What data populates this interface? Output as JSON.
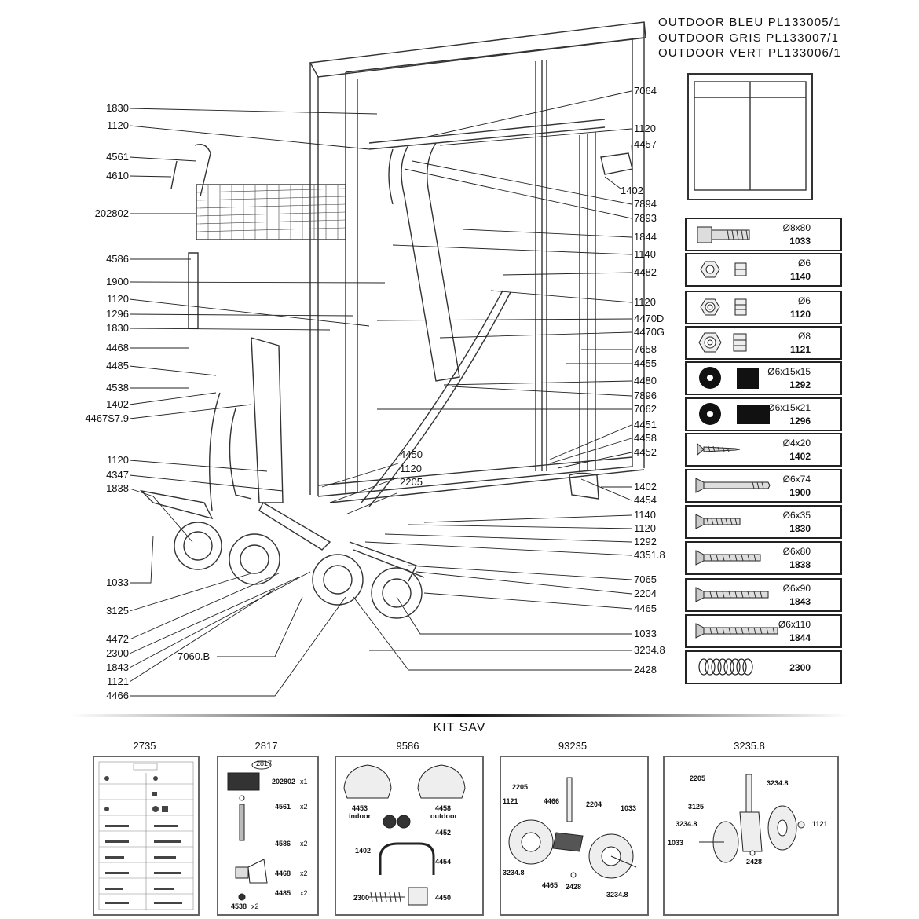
{
  "header": [
    "OUTDOOR  BLEU  PL133005/1",
    "OUTDOOR  GRIS  PL133007/1",
    "OUTDOOR  VERT  PL133006/1"
  ],
  "left_labels": [
    "1830",
    "1120",
    "4561",
    "4610",
    "202802",
    "4586",
    "1900",
    "1120",
    "1296",
    "1830",
    "4468",
    "4485",
    "4538",
    "1402",
    "4467S7.9",
    "1120",
    "4347",
    "1838",
    "1033",
    "3125",
    "4472",
    "2300",
    "1843",
    "1121",
    "4466"
  ],
  "right_labels": [
    "7064",
    "1120",
    "4457",
    "1402",
    "7894",
    "7893",
    "1844",
    "1140",
    "4482",
    "1120",
    "4470D",
    "4470G",
    "7658",
    "4455",
    "4480",
    "7896",
    "7062",
    "4451",
    "4458",
    "4452",
    "1402",
    "4454",
    "1140",
    "1120",
    "1292",
    "4351.8",
    "7065",
    "2204",
    "4465",
    "1033",
    "3234.8",
    "2428"
  ],
  "mid_labels": {
    "a": "4450",
    "b": "1120",
    "c": "2205",
    "d": "7060.B"
  },
  "parts": [
    {
      "size": "Ø8x80",
      "code": "1033",
      "icon": "bolt-icon"
    },
    {
      "size": "Ø6",
      "code": "1140",
      "icon": "nut-icon"
    },
    {
      "size": "Ø6",
      "code": "1120",
      "icon": "locknut-icon"
    },
    {
      "size": "Ø8",
      "code": "1121",
      "icon": "locknut-icon"
    },
    {
      "size": "Ø6x15x15",
      "code": "1292",
      "icon": "washer-icon"
    },
    {
      "size": "Ø6x15x21",
      "code": "1296",
      "icon": "washer-icon"
    },
    {
      "size": "Ø4x20",
      "code": "1402",
      "icon": "wood-screw-icon"
    },
    {
      "size": "Ø6x74",
      "code": "1900",
      "icon": "screw-icon"
    },
    {
      "size": "Ø6x35",
      "code": "1830",
      "icon": "screw-icon"
    },
    {
      "size": "Ø6x80",
      "code": "1838",
      "icon": "screw-icon"
    },
    {
      "size": "Ø6x90",
      "code": "1843",
      "icon": "screw-icon"
    },
    {
      "size": "Ø6x110",
      "code": "1844",
      "icon": "screw-icon"
    },
    {
      "size": "",
      "code": "2300",
      "icon": "spring-icon"
    }
  ],
  "kit_sav": {
    "title": "KIT SAV",
    "kits": [
      {
        "num": "2735"
      },
      {
        "num": "2817",
        "inner_title": "2817",
        "items": [
          {
            "code": "202802",
            "qty": "x1"
          },
          {
            "code": "4561",
            "qty": "x2"
          },
          {
            "code": "4586",
            "qty": "x2"
          },
          {
            "code": "4468",
            "qty": "x2"
          },
          {
            "code": "4485",
            "qty": "x2"
          },
          {
            "code": "4538",
            "qty": "x2"
          }
        ]
      },
      {
        "num": "9586",
        "items": [
          "4453",
          "indoor",
          "4458",
          "outdoor",
          "4452",
          "1402",
          "4454",
          "2300",
          "4450"
        ]
      },
      {
        "num": "93235",
        "items": [
          "2205",
          "1121",
          "4466",
          "2204",
          "1033",
          "3234.8",
          "4465",
          "2428",
          "3234.8"
        ]
      },
      {
        "num": "3235.8",
        "items": [
          "2205",
          "3234.8",
          "3125",
          "3234.8",
          "1121",
          "1033",
          "2428"
        ]
      }
    ]
  }
}
